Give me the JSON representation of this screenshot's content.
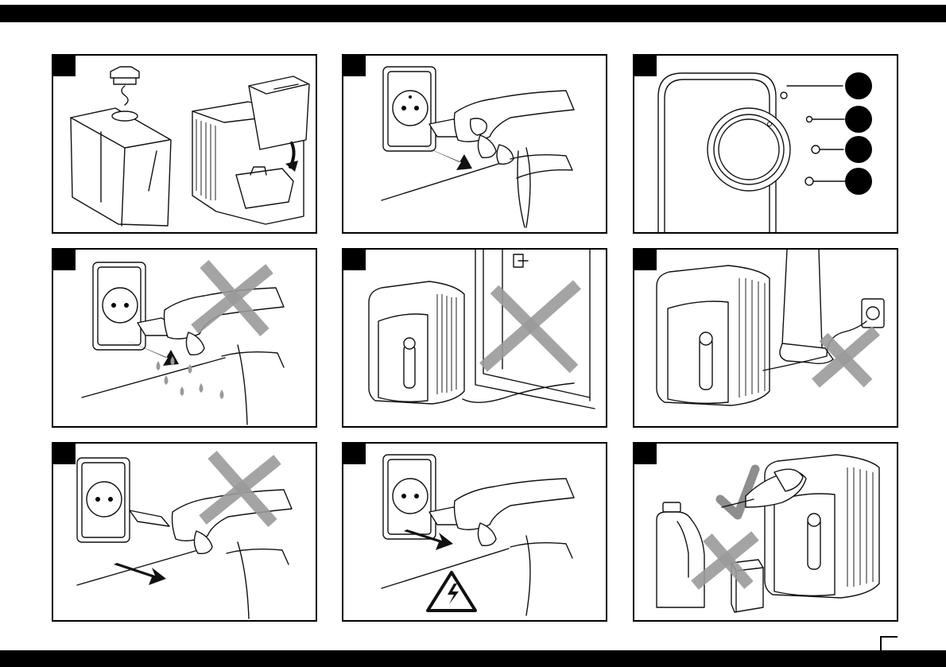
{
  "page": {
    "panels": [
      {
        "id": "fill-tank"
      },
      {
        "id": "plug-in"
      },
      {
        "id": "control-panel"
      },
      {
        "id": "no-wet-hands"
      },
      {
        "id": "no-cable-under-door"
      },
      {
        "id": "no-tripping-cable"
      },
      {
        "id": "no-pull-cable"
      },
      {
        "id": "unplug-by-plug"
      },
      {
        "id": "clean-damp-cloth"
      }
    ]
  },
  "icons": {
    "warning": "electric-hazard-icon",
    "forbidden": "cross-icon",
    "allowed": "check-icon",
    "direction": "arrow-icon",
    "water": "water-drop-icon",
    "indicator": "indicator-dot-icon"
  },
  "colors": {
    "bar": "#000000",
    "line": "#111111",
    "cross": "#9a9a9a",
    "background": "#ffffff"
  }
}
